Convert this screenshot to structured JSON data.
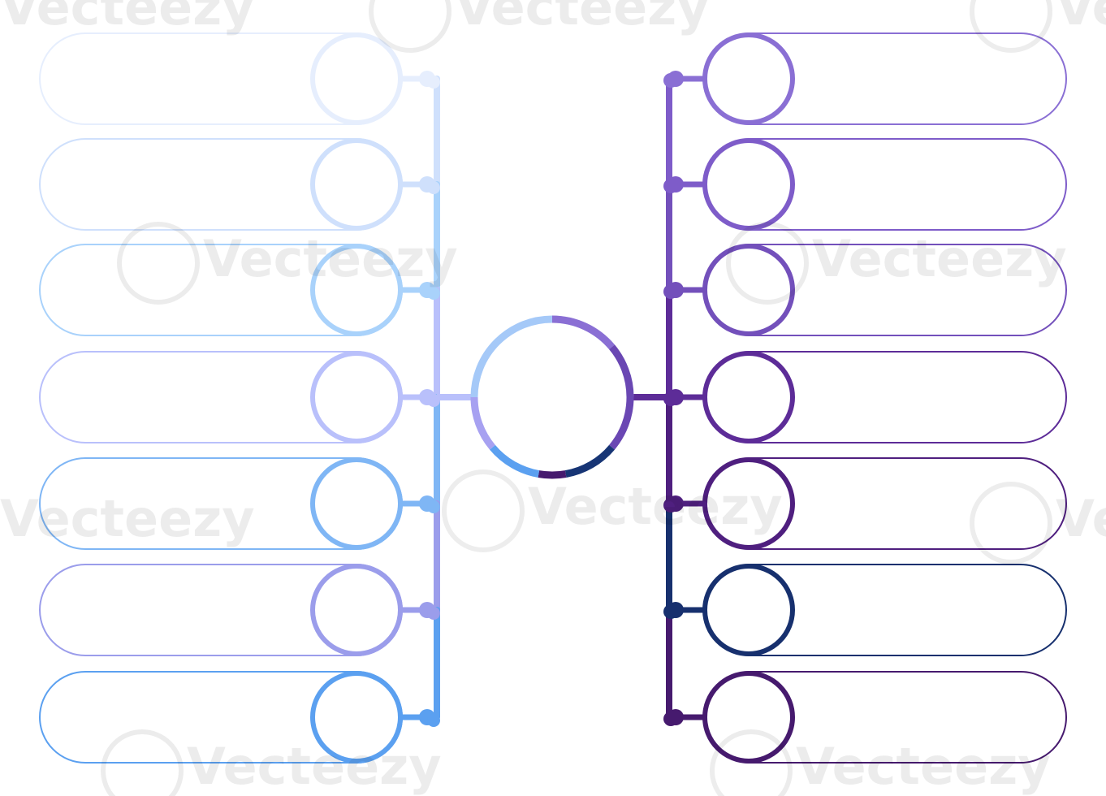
{
  "diagram": {
    "left_items": [
      {
        "color": "#E6EEFD"
      },
      {
        "color": "#CFE0FC"
      },
      {
        "color": "#A9D2FB"
      },
      {
        "color": "#B9C0FB"
      },
      {
        "color": "#7FB6F5"
      },
      {
        "color": "#9B9DEB"
      },
      {
        "color": "#5BA0F0"
      }
    ],
    "right_items": [
      {
        "color": "#8A6FD4"
      },
      {
        "color": "#7E5CC9"
      },
      {
        "color": "#7350BB"
      },
      {
        "color": "#5D2C98"
      },
      {
        "color": "#4F1F7F"
      },
      {
        "color": "#17306E"
      },
      {
        "color": "#461A6E"
      }
    ],
    "hub_ring_segments": [
      {
        "color": "#D9E3F6",
        "from_deg": -90,
        "to_deg": 0
      },
      {
        "color": "#A5C9F8",
        "from_deg": 180,
        "to_deg": 270
      },
      {
        "color": "#8A6FD4",
        "from_deg": 270,
        "to_deg": 320
      },
      {
        "color": "#6A47B3",
        "from_deg": 320,
        "to_deg": 400
      },
      {
        "color": "#173575",
        "from_deg": 400,
        "to_deg": 440
      },
      {
        "color": "#461A6E",
        "from_deg": 440,
        "to_deg": 460
      },
      {
        "color": "#5BA0F0",
        "from_deg": 460,
        "to_deg": 500
      },
      {
        "color": "#A7A1F1",
        "from_deg": 500,
        "to_deg": 540
      }
    ]
  },
  "watermark": {
    "text": "Vecteezy",
    "color": "#000000"
  }
}
